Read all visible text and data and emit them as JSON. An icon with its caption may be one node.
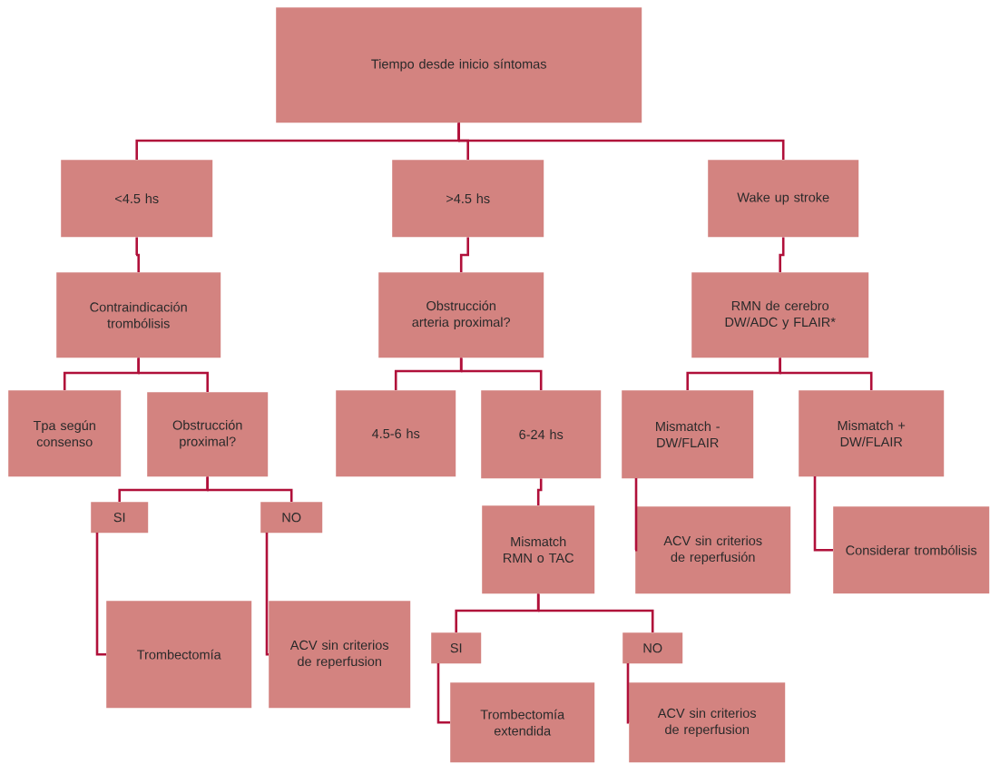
{
  "diagram": {
    "nodes": [
      {
        "text": [
          "Tiempo desde inicio síntomas"
        ]
      },
      {
        "text": [
          "<4.5 hs"
        ]
      },
      {
        "text": [
          ">4.5 hs"
        ]
      },
      {
        "text": [
          "Wake up stroke"
        ]
      },
      {
        "text": [
          "Contraindicación trombólisis"
        ]
      },
      {
        "text": [
          "Obstrucción arteria proximal?"
        ]
      },
      {
        "text": [
          "RMN de cerebro DW/ADC y FLAIR*"
        ]
      },
      {
        "text": [
          "Tpa según consenso"
        ]
      },
      {
        "text": [
          "Obstrucción proximal?"
        ]
      },
      {
        "text": [
          "4.5-6 hs"
        ]
      },
      {
        "text": [
          "6-24 hs"
        ]
      },
      {
        "text": [
          "Mismatch - DW/FLAIR"
        ]
      },
      {
        "text": [
          "Mismatch + DW/FLAIR"
        ]
      },
      {
        "text": [
          "SI"
        ]
      },
      {
        "text": [
          "NO"
        ]
      },
      {
        "text": [
          "Mismatch RMN o TAC"
        ]
      },
      {
        "text": [
          "ACV sin criterios de reperfusión"
        ]
      },
      {
        "text": [
          "Considerar trombólisis"
        ]
      },
      {
        "text": [
          "Trombectomía"
        ]
      },
      {
        "text": [
          "ACV sin criterios de reperfusion"
        ]
      },
      {
        "text": [
          "SI"
        ]
      },
      {
        "text": [
          "NO"
        ]
      },
      {
        "text": [
          "Trombectomía extendida"
        ]
      },
      {
        "text": [
          "ACV sin criterios de reperfusion"
        ]
      }
    ],
    "edges": [
      {
        "from": 0,
        "to": 1,
        "arrow": "none"
      },
      {
        "from": 0,
        "to": 2,
        "arrow": "none"
      },
      {
        "from": 0,
        "to": 3,
        "arrow": "none"
      },
      {
        "from": 1,
        "to": 4,
        "arrow": "none"
      },
      {
        "from": 2,
        "to": 5,
        "arrow": "none"
      },
      {
        "from": 3,
        "to": 6,
        "arrow": "none"
      },
      {
        "from": 4,
        "to": 7,
        "arrow": "none"
      },
      {
        "from": 4,
        "to": 8,
        "arrow": "none"
      },
      {
        "from": 5,
        "to": 9,
        "arrow": "none"
      },
      {
        "from": 5,
        "to": 10,
        "arrow": "none"
      },
      {
        "from": 6,
        "to": 11,
        "arrow": "none"
      },
      {
        "from": 6,
        "to": 12,
        "arrow": "none"
      },
      {
        "from": 8,
        "to": 13,
        "arrow": "none"
      },
      {
        "from": 8,
        "to": 14,
        "arrow": "none"
      },
      {
        "from": 13,
        "to": 18,
        "arrow": "none"
      },
      {
        "from": 14,
        "to": 19,
        "arrow": "none"
      },
      {
        "from": 10,
        "to": 15,
        "arrow": "none"
      },
      {
        "from": 15,
        "to": 20,
        "arrow": "none"
      },
      {
        "from": 15,
        "to": 21,
        "arrow": "none"
      },
      {
        "from": 20,
        "to": 22,
        "arrow": "none"
      },
      {
        "from": 21,
        "to": 23,
        "arrow": "none"
      },
      {
        "from": 11,
        "to": 16,
        "arrow": "none"
      },
      {
        "from": 12,
        "to": 17,
        "arrow": "none"
      }
    ]
  }
}
